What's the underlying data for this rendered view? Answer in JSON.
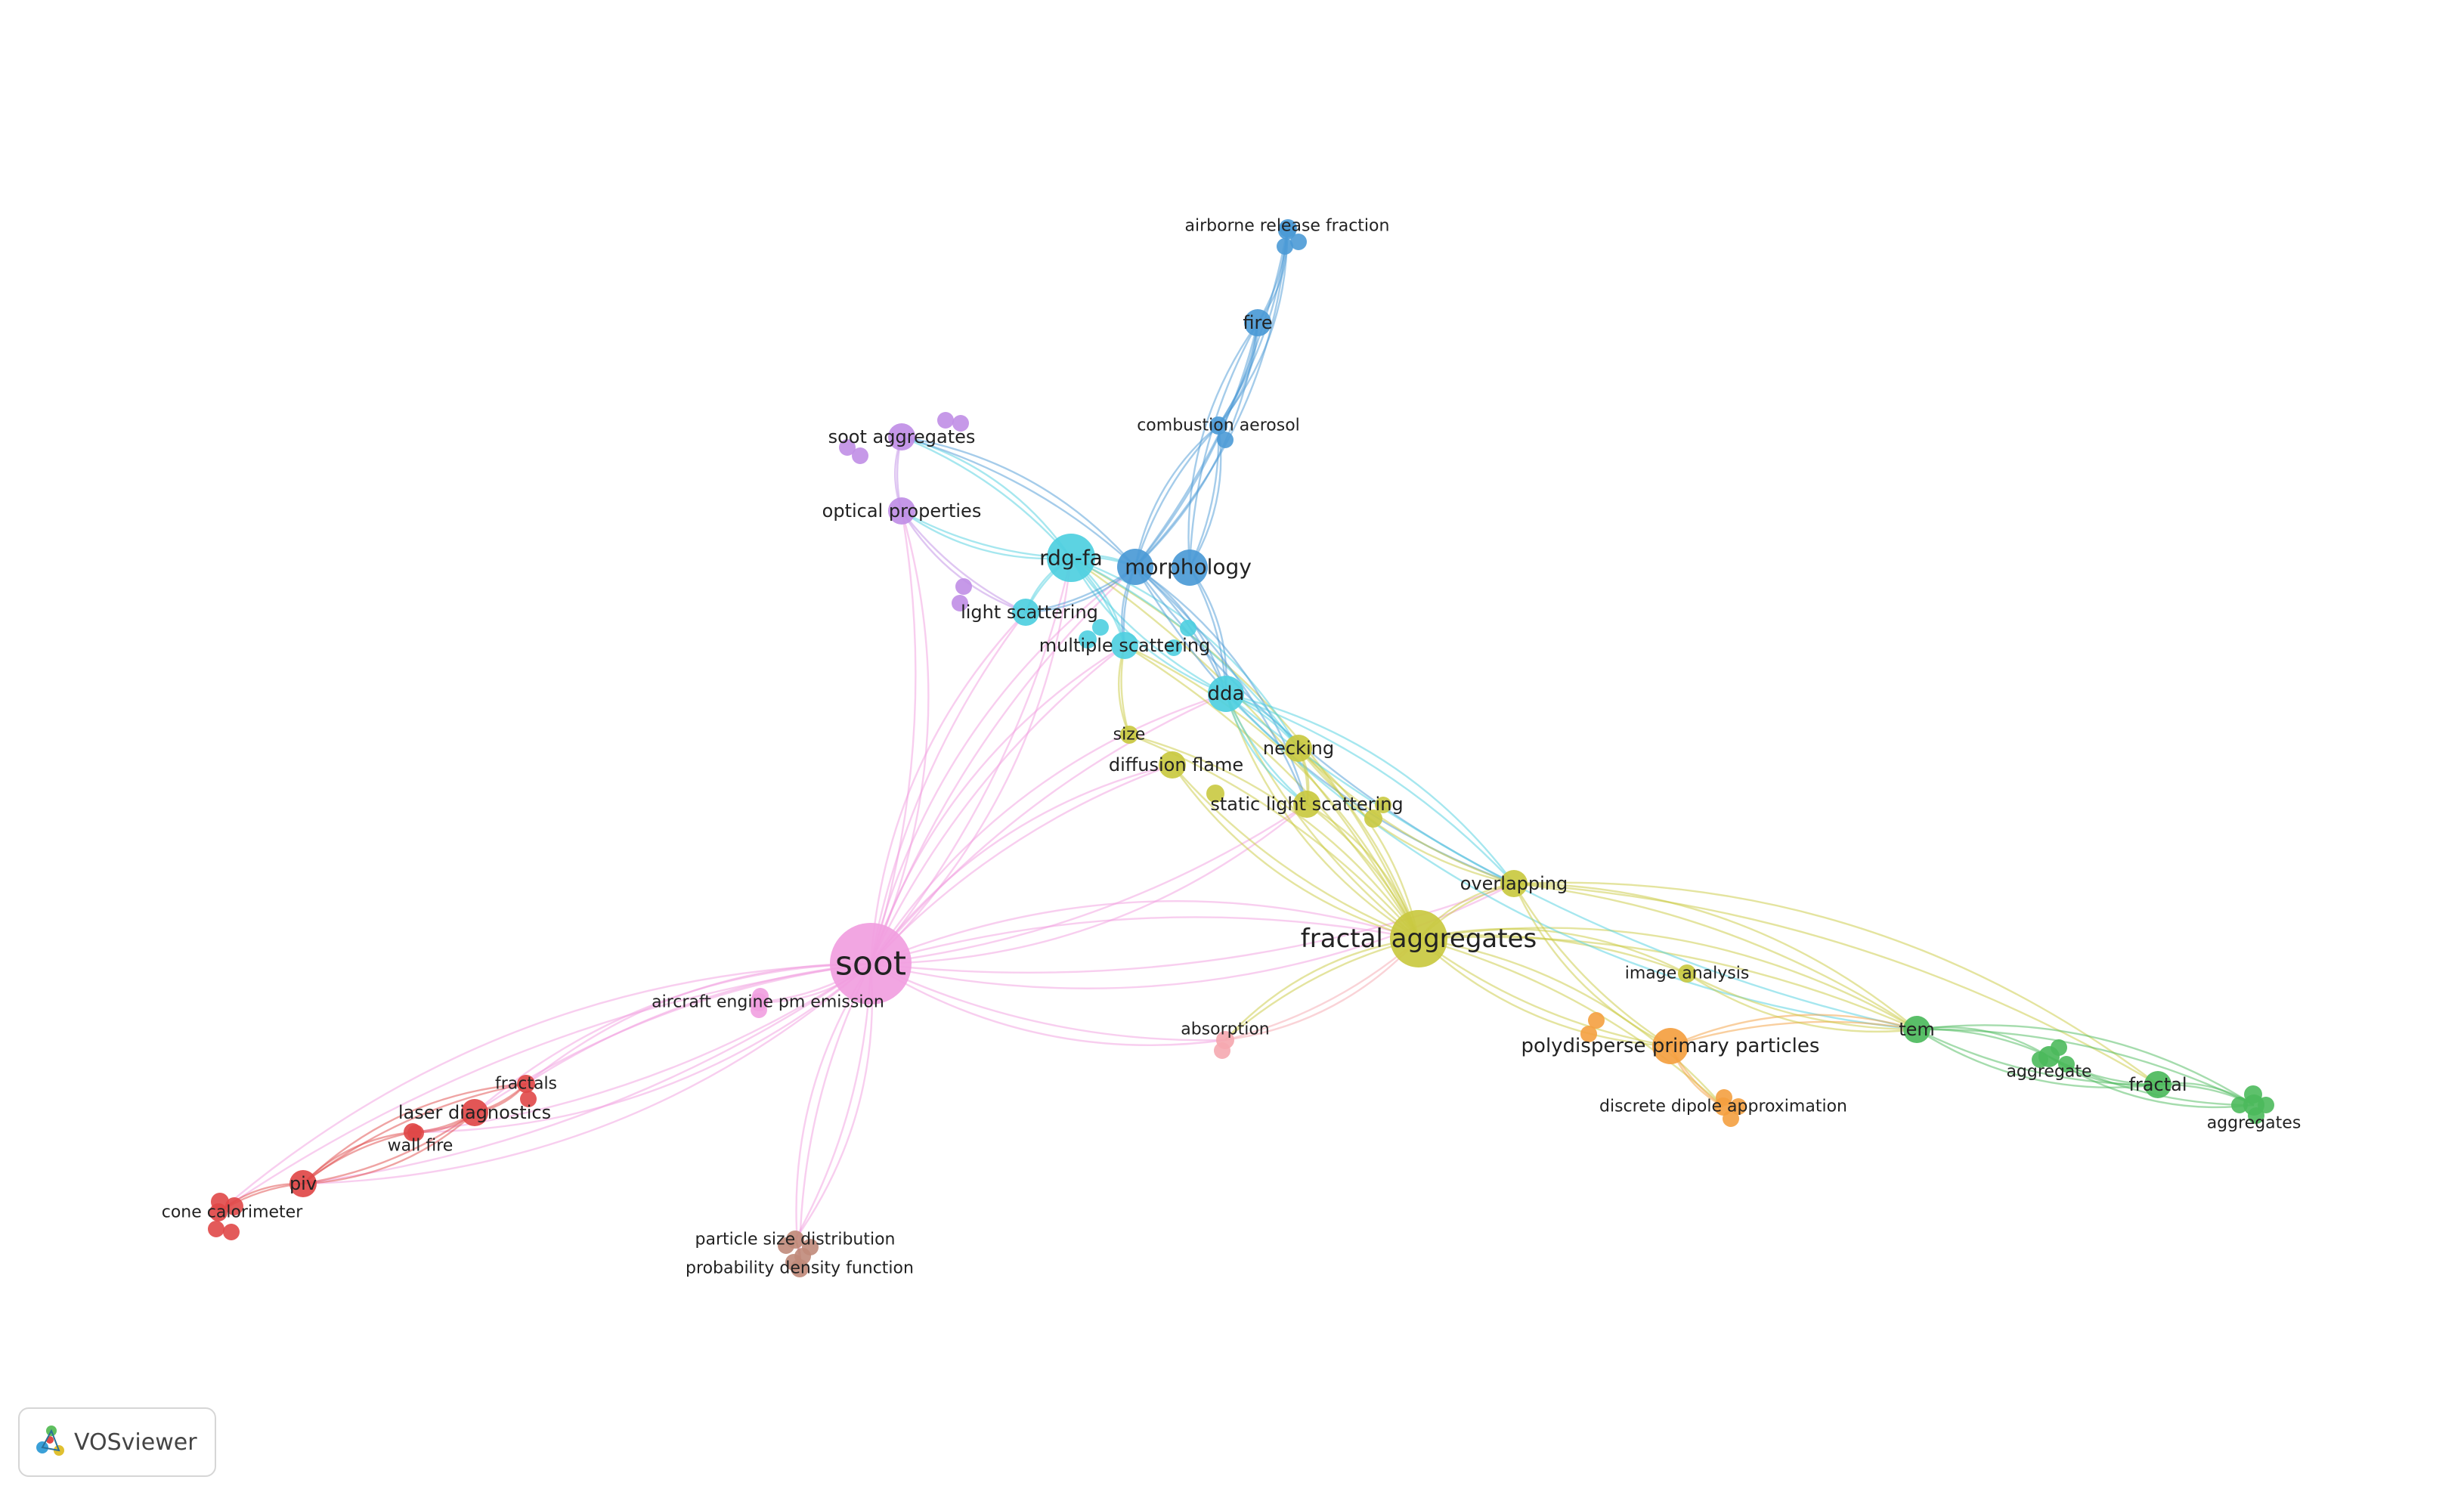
{
  "brand": {
    "label": "VOSviewer",
    "icon": "vosviewer-logo-icon"
  },
  "colors": {
    "pink": "#f19ee0",
    "yellow": "#c9c940",
    "cyan": "#4ecfe0",
    "blue": "#4b9ad6",
    "purple": "#c08ee6",
    "red": "#e04848",
    "green": "#4cba5c",
    "orange": "#f4a040",
    "brown": "#c08a7a",
    "lightpink": "#f5a8b0"
  },
  "clusters": [
    {
      "id": "pink",
      "keywords": [
        "soot",
        "aircraft engine pm emission"
      ]
    },
    {
      "id": "yellow",
      "keywords": [
        "fractal aggregates",
        "size",
        "diffusion flame",
        "necking",
        "static light scattering",
        "overlapping",
        "image analysis"
      ]
    },
    {
      "id": "cyan",
      "keywords": [
        "rdg-fa",
        "light scattering",
        "multiple scattering",
        "dda"
      ]
    },
    {
      "id": "blue",
      "keywords": [
        "morphology",
        "fire",
        "airborne release fraction",
        "combustion aerosol"
      ]
    },
    {
      "id": "purple",
      "keywords": [
        "soot aggregates",
        "optical properties"
      ]
    },
    {
      "id": "red",
      "keywords": [
        "fractals",
        "laser diagnostics",
        "wall fire",
        "piv",
        "cone calorimeter"
      ]
    },
    {
      "id": "green",
      "keywords": [
        "tem",
        "aggregate",
        "fractal",
        "aggregates"
      ]
    },
    {
      "id": "orange",
      "keywords": [
        "polydisperse primary particles",
        "discrete dipole approximation"
      ]
    },
    {
      "id": "brown",
      "keywords": [
        "particle size distribution",
        "probability density function"
      ]
    },
    {
      "id": "lightpink",
      "keywords": [
        "absorption"
      ]
    }
  ],
  "nodes": [
    {
      "id": "soot",
      "label": "soot",
      "cluster": "pink",
      "weight": 10
    },
    {
      "id": "fractal_aggregates",
      "label": "fractal aggregates",
      "cluster": "yellow",
      "weight": 7
    },
    {
      "id": "rdg_fa",
      "label": "rdg-fa",
      "cluster": "cyan",
      "weight": 5
    },
    {
      "id": "morphology",
      "label": "morphology",
      "cluster": "blue",
      "weight": 5
    },
    {
      "id": "morphology_b",
      "label": "",
      "cluster": "blue",
      "weight": 4
    },
    {
      "id": "dda",
      "label": "dda",
      "cluster": "cyan",
      "weight": 4
    },
    {
      "id": "polydisperse",
      "label": "polydisperse primary particles",
      "cluster": "orange",
      "weight": 4
    },
    {
      "id": "light_scattering",
      "label": "light scattering",
      "cluster": "cyan",
      "weight": 3
    },
    {
      "id": "multiple_scattering",
      "label": "multiple scattering",
      "cluster": "cyan",
      "weight": 3
    },
    {
      "id": "necking",
      "label": "necking",
      "cluster": "yellow",
      "weight": 3
    },
    {
      "id": "diffusion_flame",
      "label": "diffusion flame",
      "cluster": "yellow",
      "weight": 3
    },
    {
      "id": "static_light_scattering",
      "label": "static light scattering",
      "cluster": "yellow",
      "weight": 3
    },
    {
      "id": "overlapping",
      "label": "overlapping",
      "cluster": "yellow",
      "weight": 3
    },
    {
      "id": "optical_properties",
      "label": "optical properties",
      "cluster": "purple",
      "weight": 3
    },
    {
      "id": "soot_aggregates",
      "label": "soot aggregates",
      "cluster": "purple",
      "weight": 3
    },
    {
      "id": "fire",
      "label": "fire",
      "cluster": "blue",
      "weight": 3
    },
    {
      "id": "laser_diagnostics",
      "label": "laser diagnostics",
      "cluster": "red",
      "weight": 3
    },
    {
      "id": "piv",
      "label": "piv",
      "cluster": "red",
      "weight": 3
    },
    {
      "id": "tem",
      "label": "tem",
      "cluster": "green",
      "weight": 3
    },
    {
      "id": "fractal",
      "label": "fractal",
      "cluster": "green",
      "weight": 3
    },
    {
      "id": "aggregate",
      "label": "aggregate",
      "cluster": "green",
      "weight": 2
    },
    {
      "id": "aggregates",
      "label": "aggregates",
      "cluster": "green",
      "weight": 2
    },
    {
      "id": "size",
      "label": "size",
      "cluster": "yellow",
      "weight": 2
    },
    {
      "id": "image_analysis",
      "label": "image analysis",
      "cluster": "yellow",
      "weight": 2
    },
    {
      "id": "absorption",
      "label": "absorption",
      "cluster": "lightpink",
      "weight": 2
    },
    {
      "id": "fractals",
      "label": "fractals",
      "cluster": "red",
      "weight": 2
    },
    {
      "id": "wall_fire",
      "label": "wall fire",
      "cluster": "red",
      "weight": 2
    },
    {
      "id": "cone_calorimeter",
      "label": "cone calorimeter",
      "cluster": "red",
      "weight": 2
    },
    {
      "id": "aircraft_engine",
      "label": "aircraft engine pm emission",
      "cluster": "pink",
      "weight": 2
    },
    {
      "id": "discrete_dipole",
      "label": "discrete dipole approximation",
      "cluster": "orange",
      "weight": 2
    },
    {
      "id": "airborne_release",
      "label": "airborne release fraction",
      "cluster": "blue",
      "weight": 2
    },
    {
      "id": "combustion_aerosol",
      "label": "combustion aerosol",
      "cluster": "blue",
      "weight": 2
    },
    {
      "id": "particle_size_distribution",
      "label": "particle size distribution",
      "cluster": "brown",
      "weight": 2
    },
    {
      "id": "probability_density_function",
      "label": "probability density function",
      "cluster": "brown",
      "weight": 2
    }
  ],
  "links": [
    [
      "soot",
      "fractal_aggregates"
    ],
    [
      "soot",
      "rdg_fa"
    ],
    [
      "soot",
      "morphology"
    ],
    [
      "soot",
      "optical_properties"
    ],
    [
      "soot",
      "light_scattering"
    ],
    [
      "soot",
      "laser_diagnostics"
    ],
    [
      "soot",
      "piv"
    ],
    [
      "soot",
      "fractals"
    ],
    [
      "soot",
      "wall_fire"
    ],
    [
      "soot",
      "cone_calorimeter"
    ],
    [
      "soot",
      "particle_size_distribution"
    ],
    [
      "soot",
      "probability_density_function"
    ],
    [
      "soot",
      "aircraft_engine"
    ],
    [
      "soot",
      "absorption"
    ],
    [
      "soot",
      "diffusion_flame"
    ],
    [
      "soot",
      "static_light_scattering"
    ],
    [
      "soot",
      "multiple_scattering"
    ],
    [
      "soot",
      "overlapping"
    ],
    [
      "soot",
      "dda"
    ],
    [
      "fractal_aggregates",
      "rdg_fa"
    ],
    [
      "fractal_aggregates",
      "dda"
    ],
    [
      "fractal_aggregates",
      "necking"
    ],
    [
      "fractal_aggregates",
      "overlapping"
    ],
    [
      "fractal_aggregates",
      "static_light_scattering"
    ],
    [
      "fractal_aggregates",
      "diffusion_flame"
    ],
    [
      "fractal_aggregates",
      "size"
    ],
    [
      "fractal_aggregates",
      "image_analysis"
    ],
    [
      "fractal_aggregates",
      "polydisperse"
    ],
    [
      "fractal_aggregates",
      "tem"
    ],
    [
      "fractal_aggregates",
      "absorption"
    ],
    [
      "fractal_aggregates",
      "discrete_dipole"
    ],
    [
      "fractal_aggregates",
      "multiple_scattering"
    ],
    [
      "rdg_fa",
      "morphology"
    ],
    [
      "rdg_fa",
      "light_scattering"
    ],
    [
      "rdg_fa",
      "multiple_scattering"
    ],
    [
      "rdg_fa",
      "dda"
    ],
    [
      "rdg_fa",
      "optical_properties"
    ],
    [
      "rdg_fa",
      "soot_aggregates"
    ],
    [
      "rdg_fa",
      "necking"
    ],
    [
      "morphology",
      "fire"
    ],
    [
      "morphology",
      "combustion_aerosol"
    ],
    [
      "morphology",
      "airborne_release"
    ],
    [
      "morphology",
      "dda"
    ],
    [
      "morphology",
      "multiple_scattering"
    ],
    [
      "morphology",
      "light_scattering"
    ],
    [
      "morphology",
      "soot_aggregates"
    ],
    [
      "morphology",
      "static_light_scattering"
    ],
    [
      "morphology",
      "overlapping"
    ],
    [
      "morphology_b",
      "fire"
    ],
    [
      "morphology_b",
      "combustion_aerosol"
    ],
    [
      "morphology_b",
      "dda"
    ],
    [
      "fire",
      "airborne_release"
    ],
    [
      "fire",
      "combustion_aerosol"
    ],
    [
      "combustion_aerosol",
      "airborne_release"
    ],
    [
      "optical_properties",
      "soot_aggregates"
    ],
    [
      "optical_properties",
      "light_scattering"
    ],
    [
      "dda",
      "necking"
    ],
    [
      "dda",
      "static_light_scattering"
    ],
    [
      "dda",
      "overlapping"
    ],
    [
      "dda",
      "tem"
    ],
    [
      "necking",
      "static_light_scattering"
    ],
    [
      "necking",
      "overlapping"
    ],
    [
      "overlapping",
      "tem"
    ],
    [
      "overlapping",
      "polydisperse"
    ],
    [
      "overlapping",
      "fractal"
    ],
    [
      "polydisperse",
      "discrete_dipole"
    ],
    [
      "polydisperse",
      "tem"
    ],
    [
      "image_analysis",
      "tem"
    ],
    [
      "tem",
      "aggregate"
    ],
    [
      "tem",
      "fractal"
    ],
    [
      "tem",
      "aggregates"
    ],
    [
      "aggregate",
      "fractal"
    ],
    [
      "fractal",
      "aggregates"
    ],
    [
      "aggregate",
      "aggregates"
    ],
    [
      "laser_diagnostics",
      "piv"
    ],
    [
      "laser_diagnostics",
      "fractals"
    ],
    [
      "laser_diagnostics",
      "wall_fire"
    ],
    [
      "piv",
      "cone_calorimeter"
    ],
    [
      "piv",
      "wall_fire"
    ],
    [
      "fractals",
      "piv"
    ],
    [
      "particle_size_distribution",
      "probability_density_function"
    ],
    [
      "absorption",
      "fractal_aggregates"
    ],
    [
      "size",
      "multiple_scattering"
    ]
  ]
}
